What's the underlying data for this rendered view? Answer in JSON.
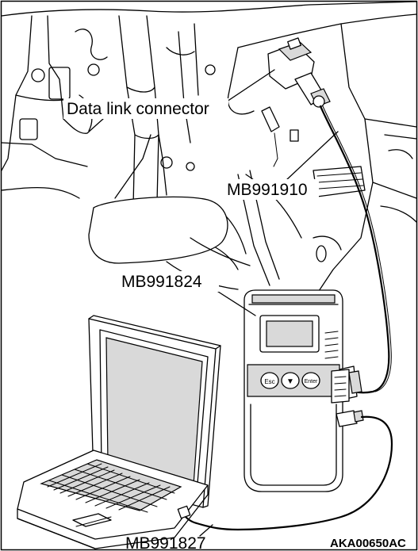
{
  "labels": {
    "data_link_connector": "Data link connector",
    "mb991910": "MB991910",
    "mb991824": "MB991824",
    "mb991827": "MB991827",
    "figure_code": "AKA00650AC"
  },
  "device_buttons": {
    "esc": "Esc",
    "down": "▼",
    "enter": "Enter"
  }
}
